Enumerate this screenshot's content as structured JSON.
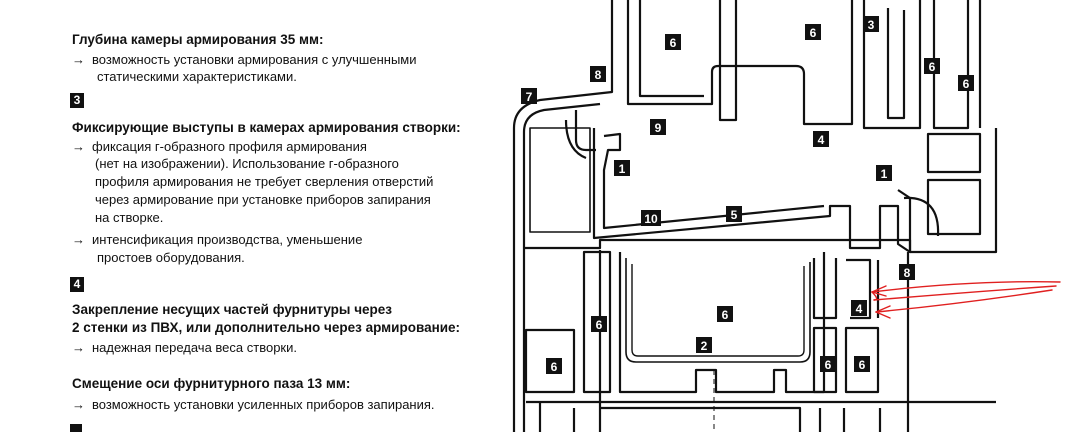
{
  "features": {
    "f1_title": "Глубина камеры армирования 35 мм:",
    "f1_line1": "возможность установки армирования с улучшенными",
    "f1_line2": "статическими характеристиками.",
    "f3_badge": "3",
    "f3_title": "Фиксирующие выступы в камерах армирования створки:",
    "f3_line1": "фиксация г-образного профиля армирования",
    "f3_line2": "(нет на изображении). Использование г-образного",
    "f3_line3": "профиля армирования не требует сверления отверстий",
    "f3_line4": "через армирование при установке приборов запирания",
    "f3_line5": "на створке.",
    "f3_line6": "интенсификация производства, уменьшение",
    "f3_line7": "простоев оборудования.",
    "f4_badge": "4",
    "f4_title1": "Закрепление несущих частей фурнитуры через",
    "f4_title2": "2 стенки из ПВХ, или дополнительно через армирование:",
    "f4_line1": "надежная передача веса створки.",
    "f5_title": "Смещение оси фурнитурного паза 13 мм:",
    "f5_line1": "возможность установки усиленных приборов запирания."
  },
  "arrow_symbol": "→",
  "diagram_labels": {
    "l6a": "6",
    "l6b": "6",
    "l3": "3",
    "l6c": "6",
    "l6d": "6",
    "l8a": "8",
    "l7": "7",
    "l9": "9",
    "l4a": "4",
    "l1a": "1",
    "l1b": "1",
    "l10": "10",
    "l5": "5",
    "l8b": "8",
    "l4b": "4",
    "l6e": "6",
    "l6f": "6",
    "l2": "2",
    "l6g": "6",
    "l6h": "6",
    "l6i": "6"
  },
  "colors": {
    "line": "#111111",
    "annotation": "#e02020"
  }
}
